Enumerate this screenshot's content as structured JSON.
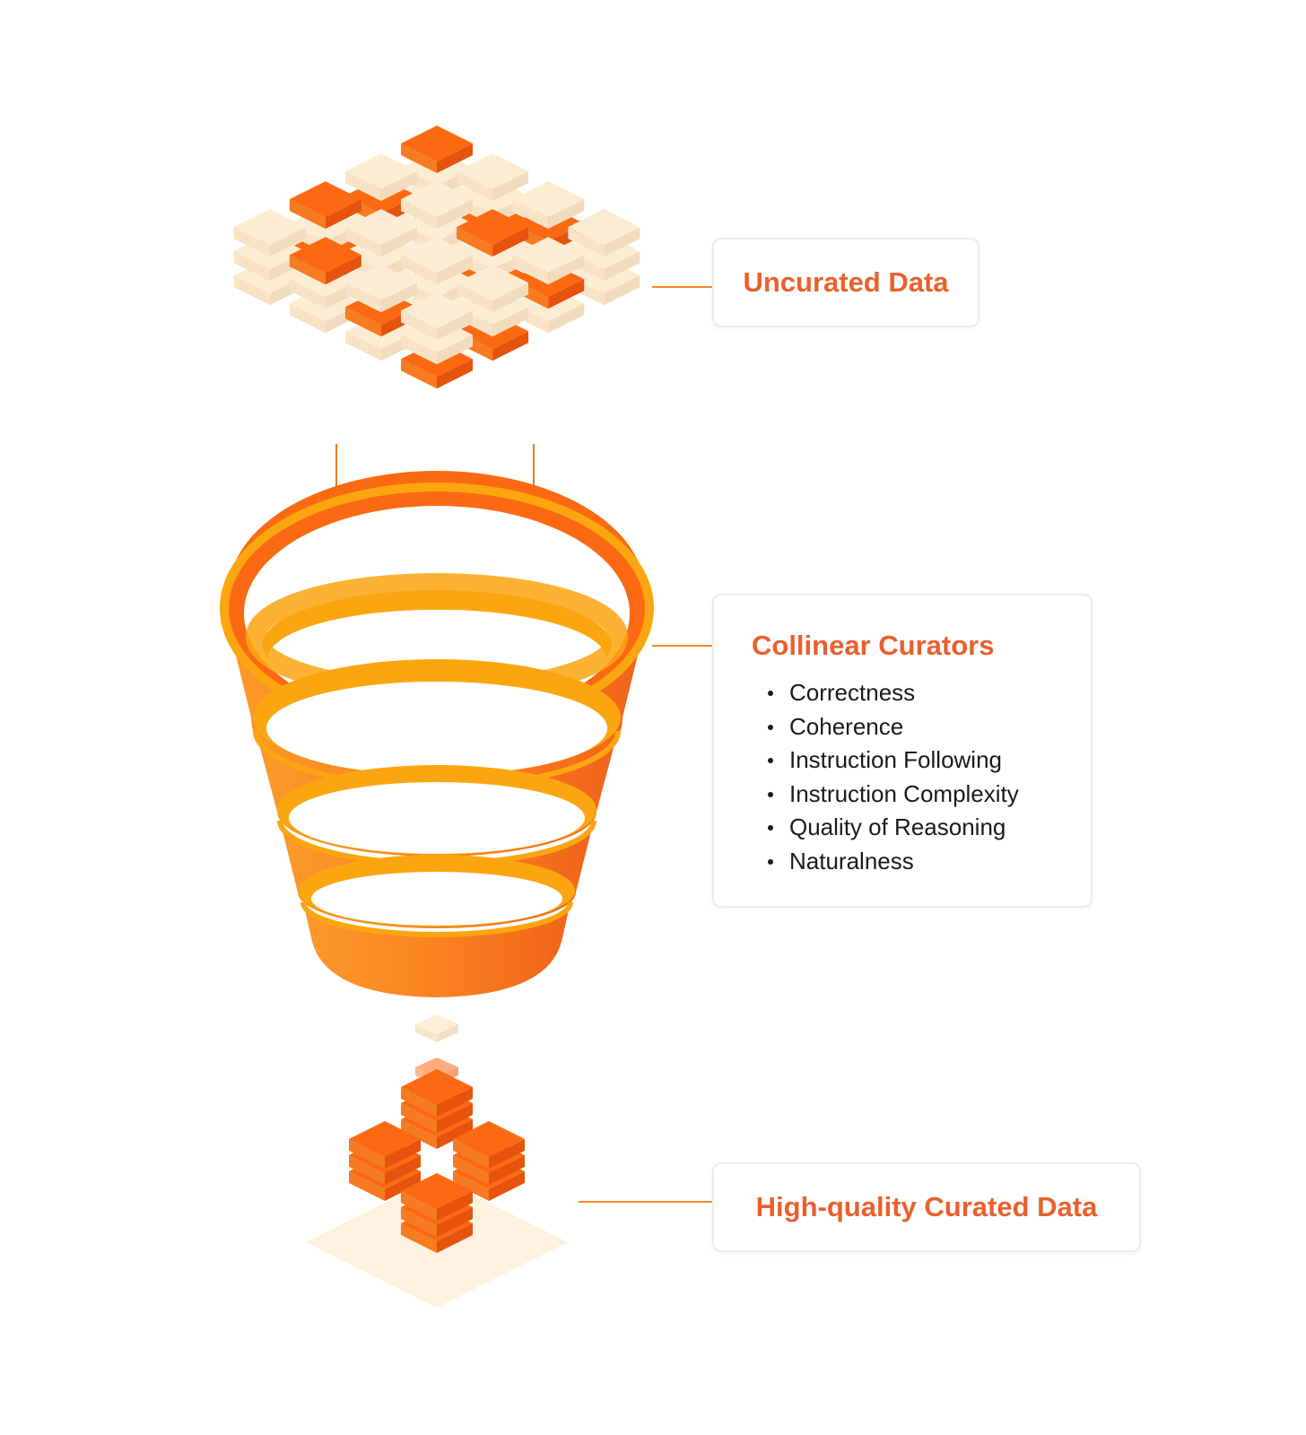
{
  "stages": {
    "uncurated": {
      "label": "Uncurated  Data"
    },
    "curators": {
      "label": "Collinear Curators",
      "criteria": [
        "Correctness",
        "Coherence",
        "Instruction Following",
        "Instruction Complexity",
        "Quality of Reasoning",
        "Naturalness"
      ]
    },
    "curated": {
      "label": "High-quality Curated Data"
    }
  },
  "colors": {
    "orange": "#fb6a12",
    "orange_dark": "#e5530d",
    "amber": "#fba611",
    "cream": "#fdecd4",
    "cream_dark": "#f2dcbe",
    "title": "#e8612c"
  }
}
